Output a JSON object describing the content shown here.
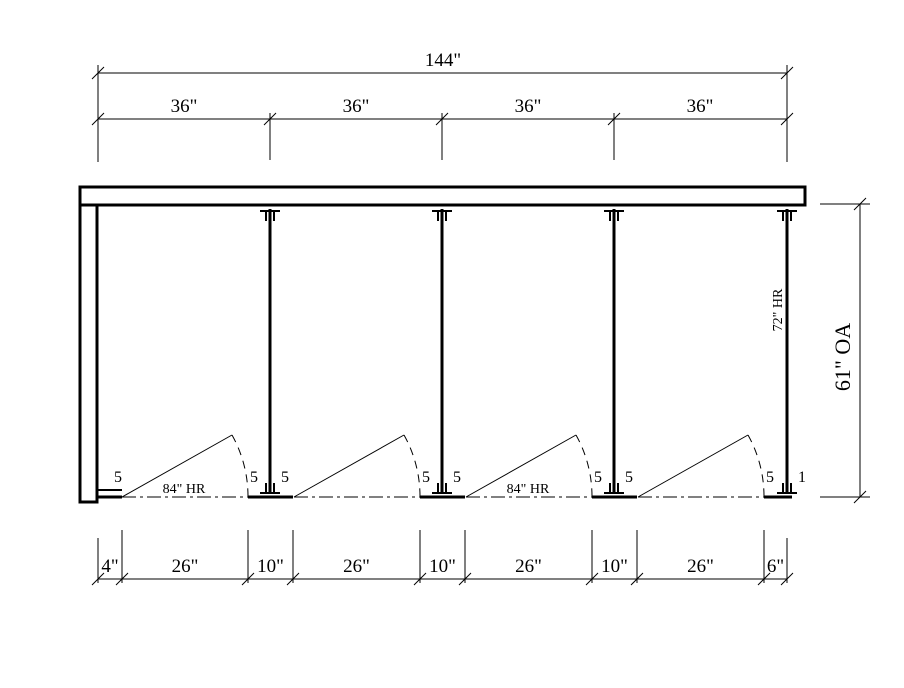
{
  "drawing": {
    "overall_width_label": "144\"",
    "stall_width_labels": [
      "36\"",
      "36\"",
      "36\"",
      "36\""
    ],
    "depth_label": "61\" OA",
    "panel_hardware_label": "72\" HR",
    "door_hardware_labels": [
      "84\" HR",
      "84\" HR"
    ],
    "bottom_dimension_labels": [
      "4\"",
      "26\"",
      "10\"",
      "26\"",
      "10\"",
      "26\"",
      "10\"",
      "26\"",
      "6\""
    ],
    "clearance_labels": [
      "5",
      "5",
      "5",
      "5",
      "5",
      "5",
      "5",
      "5",
      "1"
    ]
  }
}
